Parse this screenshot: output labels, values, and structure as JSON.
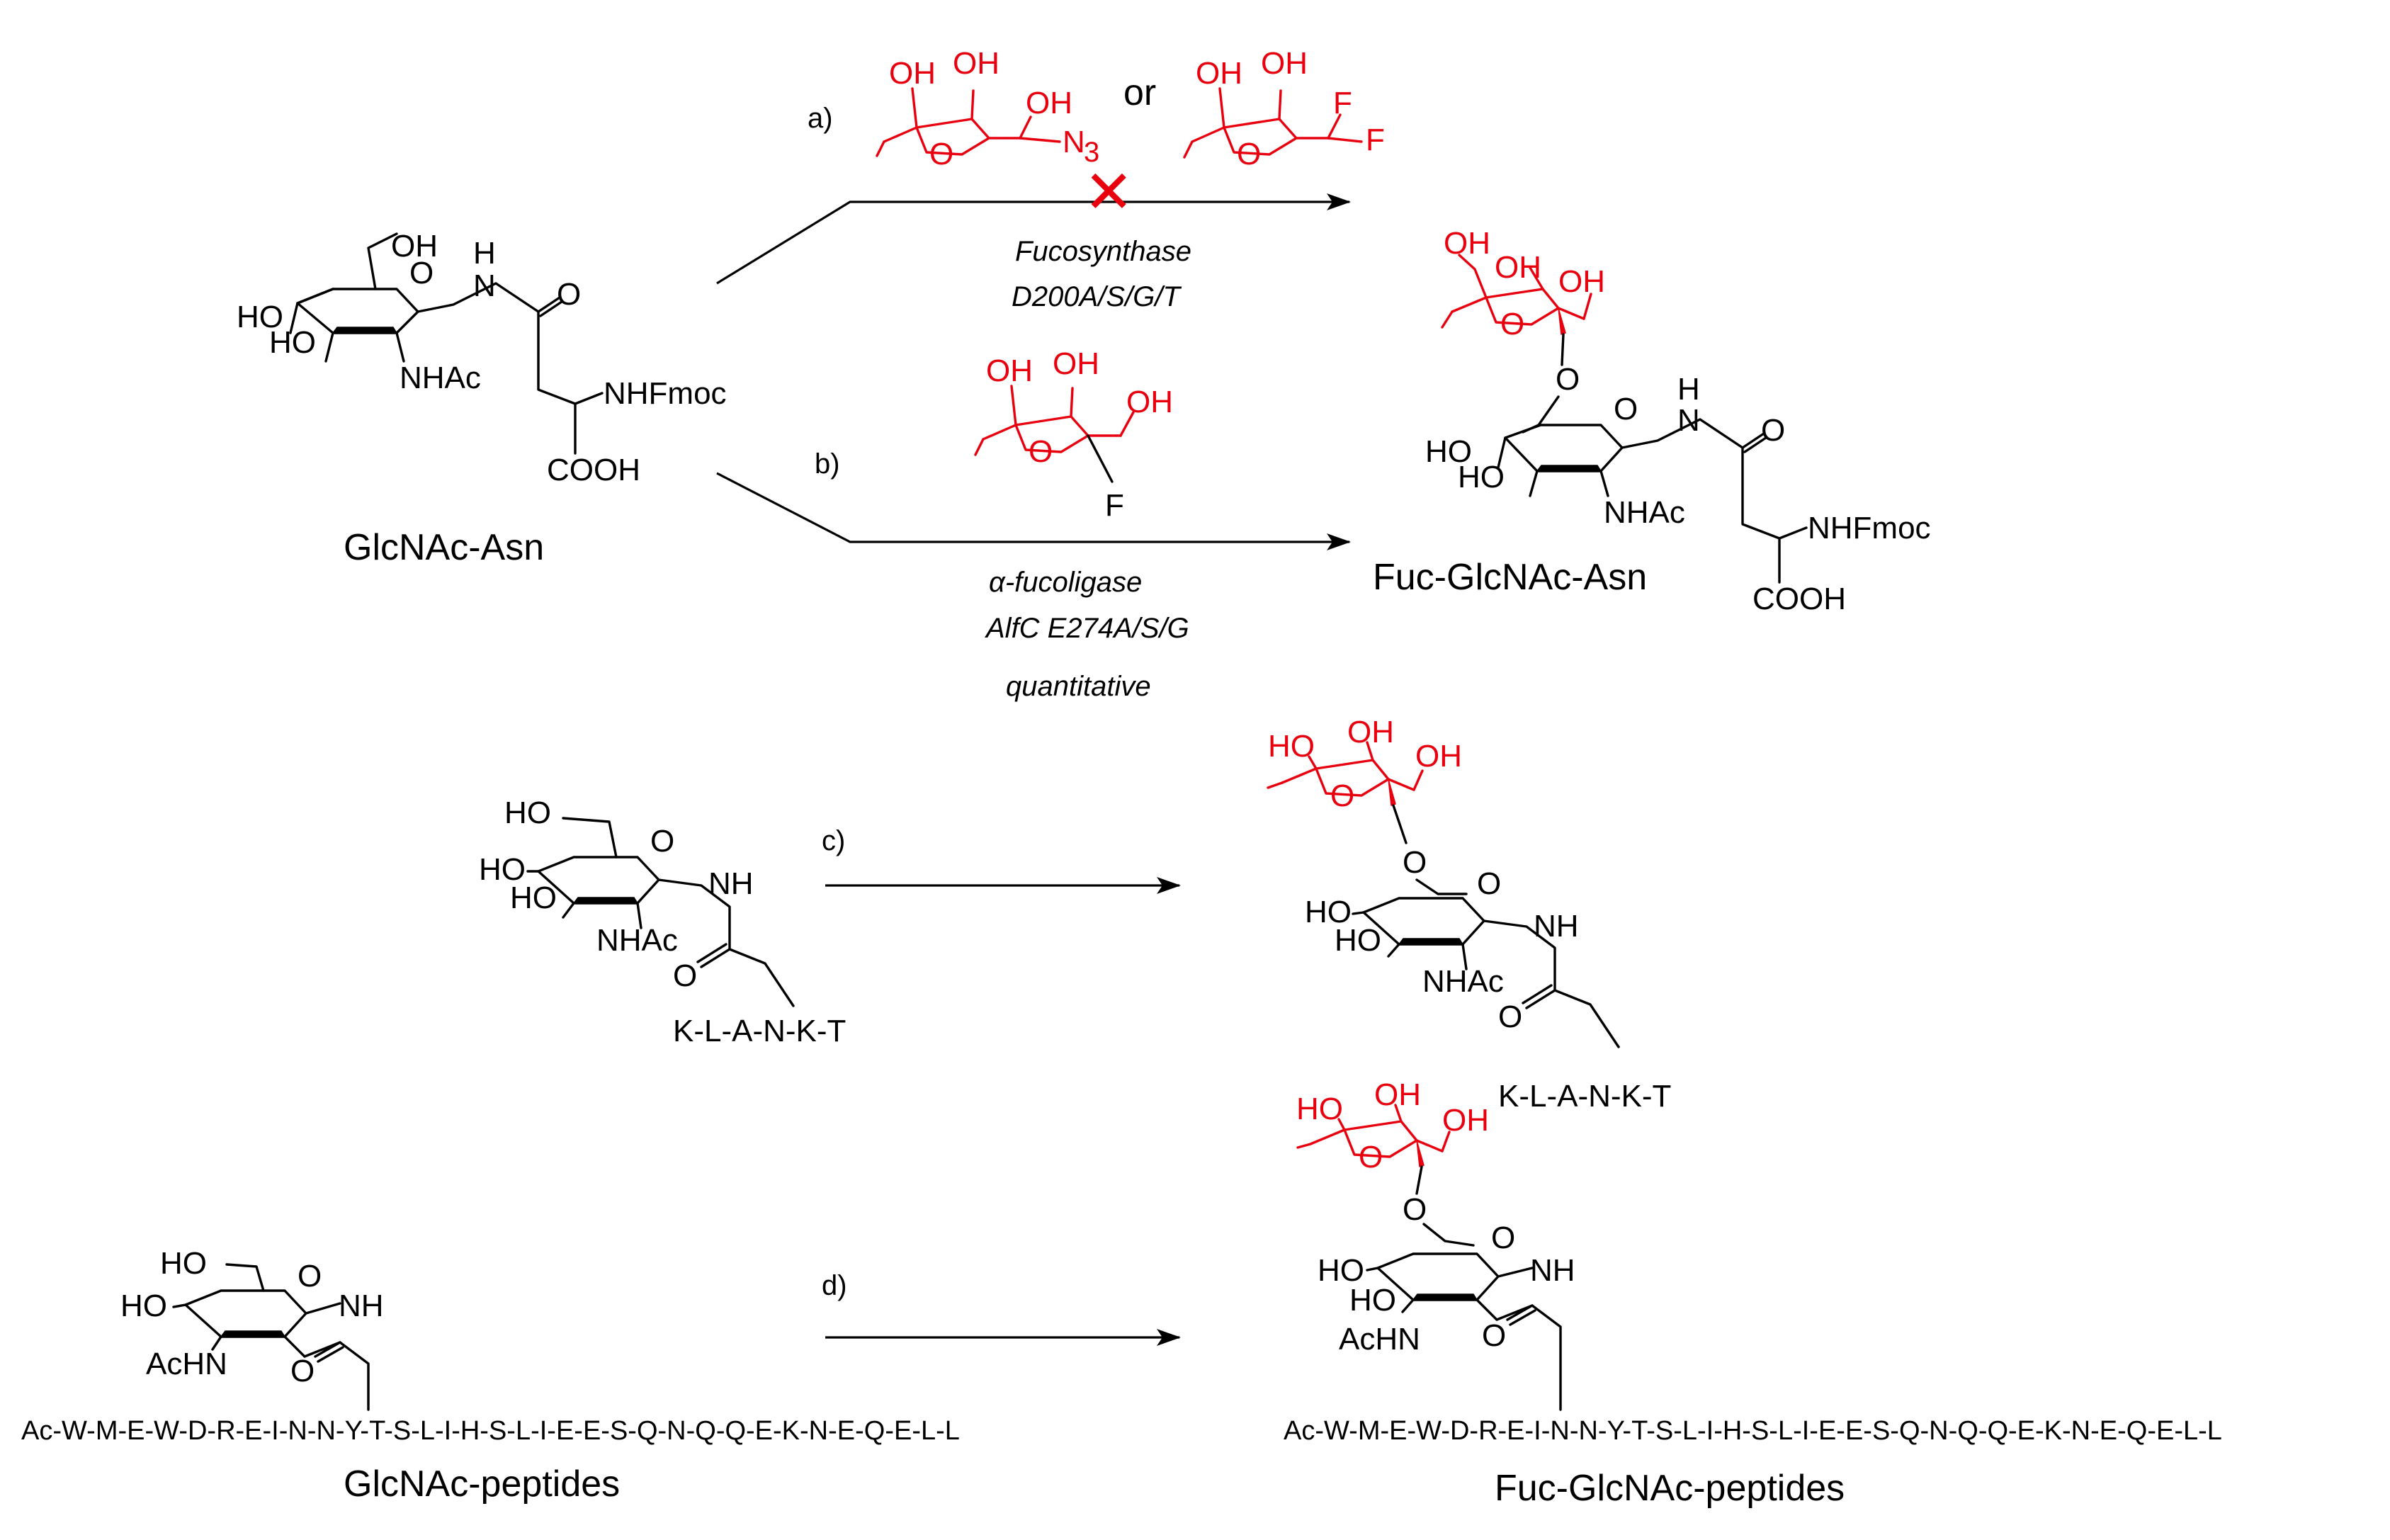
{
  "figure": {
    "colors": {
      "structure": "#000000",
      "fucose": "#e8000f"
    },
    "row_a": {
      "step_label": "a)",
      "or_text": "or",
      "reagent1_atoms": [
        "OH",
        "OH",
        "OH",
        "N",
        "3"
      ],
      "reagent2_atoms": [
        "OH",
        "OH",
        "F",
        "F"
      ],
      "blocked_mark": "✕",
      "enzyme_line1": "Fucosynthase",
      "enzyme_line2": "D200A/S/G/T"
    },
    "row_b": {
      "step_label": "b)",
      "reagent_atoms": [
        "OH",
        "OH",
        "OH",
        "F"
      ],
      "enzyme_line1": "α-fucoligase",
      "enzyme_line2": "AlfC E274A/S/G",
      "yield": "quantitative"
    },
    "glcnac_asn": {
      "atoms": {
        "oh6": "OH",
        "ho4": "HO",
        "ho3": "HO",
        "ring_o": "O",
        "nh": "H",
        "nh_n": "N",
        "carbonyl_o": "O",
        "nhac": "NHAc",
        "nhfmoc": "NHFmoc",
        "cooh": "COOH"
      },
      "name": "GlcNAc-Asn"
    },
    "fuc_glcnac_asn": {
      "fuc_atoms": [
        "OH",
        "OH",
        "OH",
        "O"
      ],
      "link_o": "O",
      "atoms": {
        "ho4": "HO",
        "ho3": "HO",
        "ring_o": "O",
        "nh": "H",
        "nh_n": "N",
        "carbonyl_o": "O",
        "nhac": "NHAc",
        "nhfmoc": "NHFmoc",
        "cooh": "COOH"
      },
      "name": "Fuc-GlcNAc-Asn"
    },
    "row_c": {
      "step_label": "c)",
      "substrate_atoms": {
        "ho6": "HO",
        "ho4": "HO",
        "ho3": "HO",
        "ring_o": "O",
        "nh": "NH",
        "nhac": "NHAc",
        "carbonyl_o": "O"
      },
      "peptide": "K-L-A-N-K-T",
      "product_fuc_atoms": [
        "HO",
        "OH",
        "OH",
        "O"
      ],
      "product_atoms": {
        "link_o": "O",
        "ho4": "HO",
        "ho3": "HO",
        "ring_o": "O",
        "nh": "NH",
        "nhac": "NHAc",
        "carbonyl_o": "O"
      },
      "product_peptide": "K-L-A-N-K-T"
    },
    "row_d": {
      "step_label": "d)",
      "substrate_atoms": {
        "ho6": "HO",
        "ho4": "HO",
        "ring_o": "O",
        "nh": "NH",
        "achn": "AcHN",
        "carbonyl_o": "O"
      },
      "sequence": "Ac-W-M-E-W-D-R-E-I-N-N-Y-T-S-L-I-H-S-L-I-E-E-S-Q-N-Q-Q-E-K-N-E-Q-E-L-L",
      "substrate_name": "GlcNAc-peptides",
      "product_fuc_atoms": [
        "HO",
        "OH",
        "OH",
        "O"
      ],
      "product_atoms": {
        "link_o": "O",
        "ho4": "HO",
        "ho3": "HO",
        "ring_o": "O",
        "nh": "NH",
        "achn": "AcHN",
        "carbonyl_o": "O"
      },
      "product_sequence": "Ac-W-M-E-W-D-R-E-I-N-N-Y-T-S-L-I-H-S-L-I-E-E-S-Q-N-Q-Q-E-K-N-E-Q-E-L-L",
      "product_name": "Fuc-GlcNAc-peptides"
    }
  }
}
